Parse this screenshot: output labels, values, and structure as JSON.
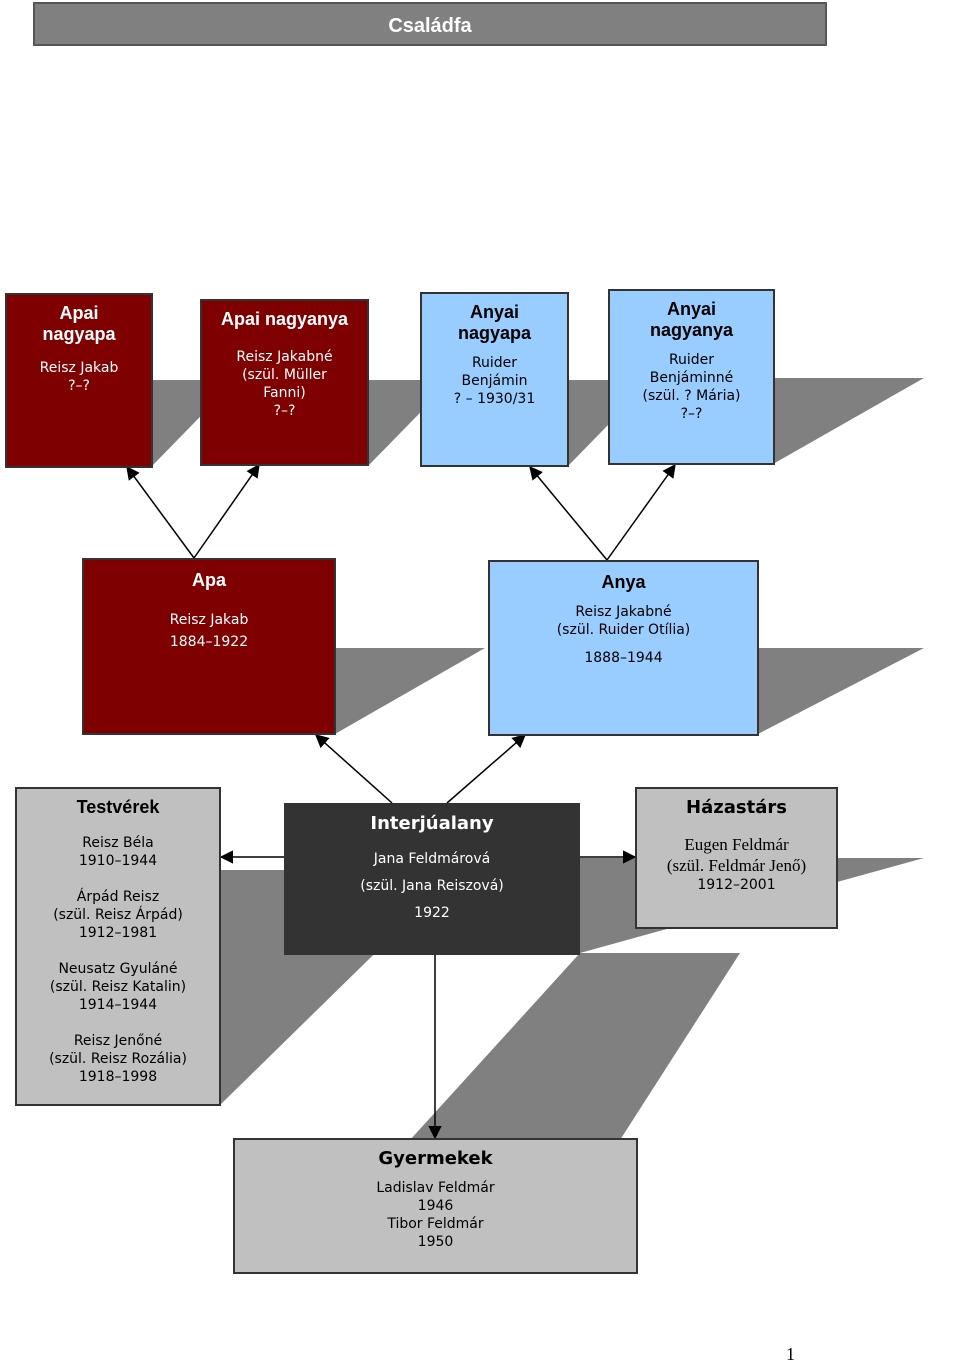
{
  "title": "Családfa",
  "paternal_grandfather": {
    "heading": "Apai nagyapa",
    "lines": [
      "Reisz Jakab",
      "?–?"
    ]
  },
  "paternal_grandmother": {
    "heading": "Apai nagyanya",
    "lines": [
      "Reisz Jakabné",
      "(szül. Müller",
      "Fanni)",
      "?–?"
    ]
  },
  "maternal_grandfather": {
    "heading": "Anyai nagyapa",
    "lines": [
      "Ruider",
      "Benjámin",
      "? – 1930/31"
    ]
  },
  "maternal_grandmother": {
    "heading": "Anyai nagyanya",
    "lines": [
      "Ruider",
      "Benjáminné",
      "(szül. ? Mária)",
      "?–?"
    ]
  },
  "father": {
    "heading": "Apa",
    "lines": [
      "Reisz Jakab",
      "1884–1922"
    ]
  },
  "mother": {
    "heading": "Anya",
    "lines": [
      "Reisz Jakabné",
      "(szül. Ruider Otília)",
      "1888–1944"
    ]
  },
  "siblings": {
    "heading": "Testvérek",
    "people": [
      [
        "Reisz Béla",
        "1910–1944"
      ],
      [
        "Árpád Reisz",
        "(szül. Reisz Árpád)",
        "1912–1981"
      ],
      [
        "Neusatz Gyuláné",
        "(szül. Reisz Katalin)",
        "1914–1944"
      ],
      [
        "Reisz Jenőné",
        "(szül. Reisz Rozália)",
        "1918–1998"
      ]
    ]
  },
  "interviewee": {
    "heading": "Interjúalany",
    "lines": [
      "Jana Feldmárová",
      "(szül. Jana Reiszová)",
      "1922"
    ]
  },
  "spouse": {
    "heading": "Házastárs",
    "lines": [
      "Eugen Feldmár",
      "(szül. Feldmár Jenő)",
      "1912–2001"
    ]
  },
  "children": {
    "heading": "Gyermekek",
    "lines": [
      "Ladislav Feldmár",
      "1946",
      "Tibor Feldmár",
      "1950"
    ]
  },
  "page_number": "1",
  "colors": {
    "paternal": "#7f0000",
    "maternal": "#99ccff",
    "relative": "#c0c0c0",
    "interviewee": "#333333",
    "shadow": "#808080"
  }
}
